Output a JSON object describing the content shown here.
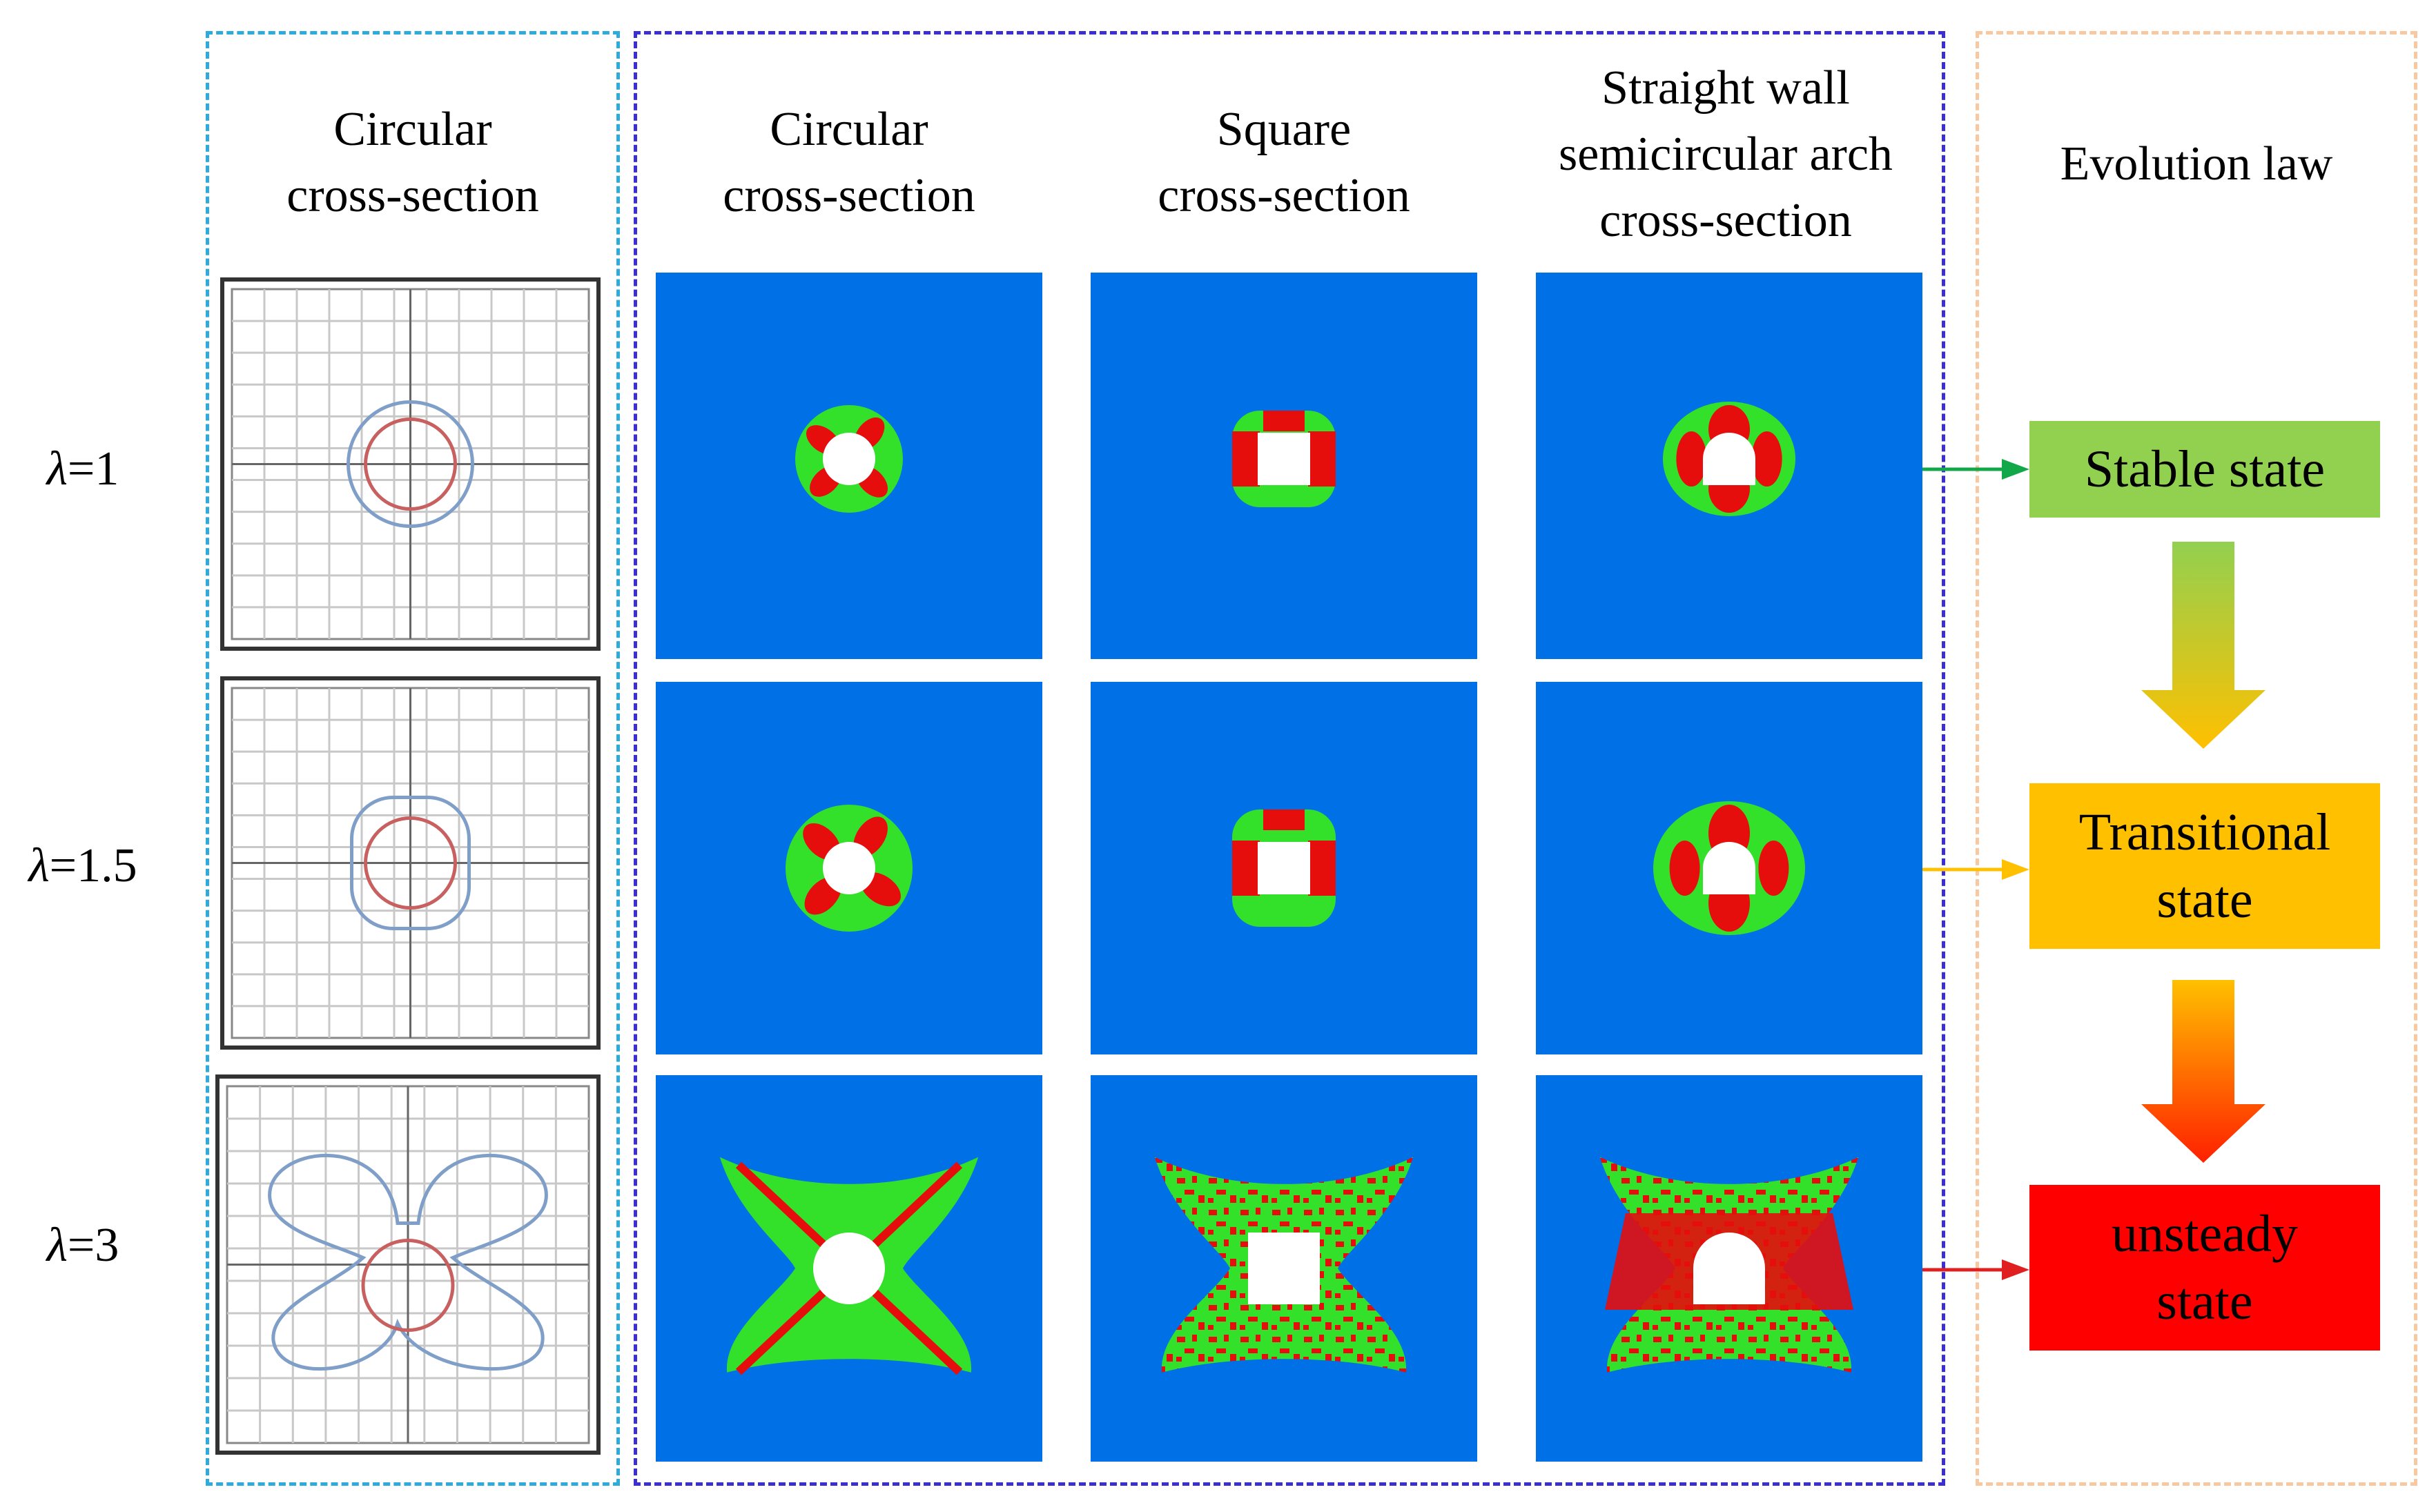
{
  "columns": {
    "theory_label_line1": "Circular",
    "theory_label_line2": "cross-section",
    "sim_circular_line1": "Circular",
    "sim_circular_line2": "cross-section",
    "sim_square_line1": "Square",
    "sim_square_line2": "cross-section",
    "sim_arch_line1": "Straight wall",
    "sim_arch_line2": "semicircular arch",
    "sim_arch_line3": "cross-section",
    "evolution_label": "Evolution law"
  },
  "rows": [
    {
      "symbol": "λ",
      "value": "=1"
    },
    {
      "symbol": "λ",
      "value": "=1.5"
    },
    {
      "symbol": "λ",
      "value": "=3"
    }
  ],
  "states": [
    {
      "line1": "Stable state",
      "line2": "",
      "color": "#92d050"
    },
    {
      "line1": "Transitional",
      "line2": "state",
      "color": "#ffc000"
    },
    {
      "line1": "unsteady",
      "line2": "state",
      "color": "#ff0000"
    }
  ],
  "colors": {
    "theory_frame": "#2eaadc",
    "sim_frame": "#3b2fd1",
    "evolution_frame": "#f8c9a0",
    "sim_background": "#0070e6",
    "plastic_green": "#33e02a",
    "plastic_red": "#e60d0d",
    "outer_zone_line": "#7f9ec8",
    "inner_zone_line": "#c86060"
  }
}
